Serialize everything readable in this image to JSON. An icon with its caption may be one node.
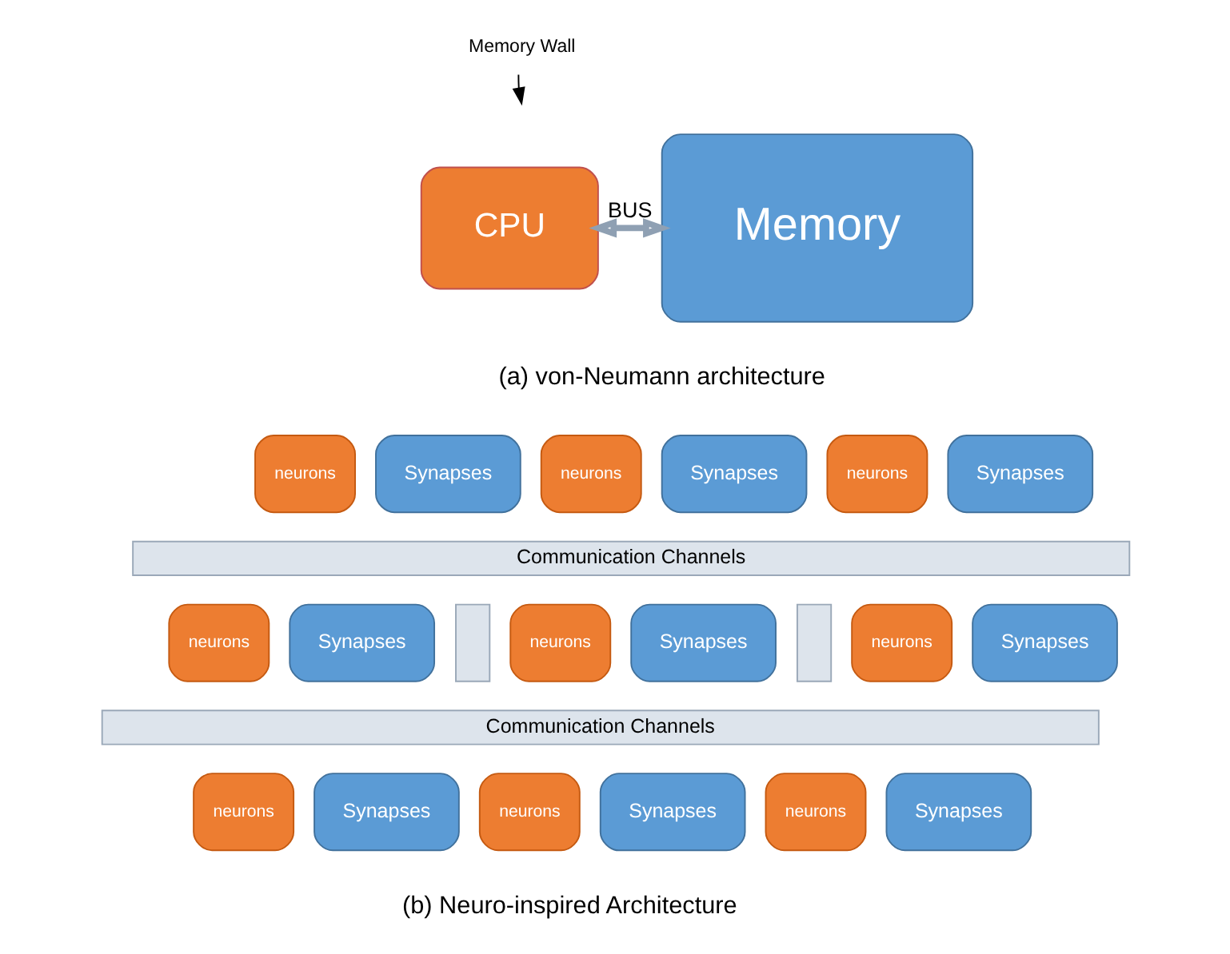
{
  "diagram": {
    "nodes": [
      {
        "text": [
          "CPU"
        ]
      },
      {
        "text": [
          "Memory"
        ]
      },
      {
        "text": [
          "Memory Wall"
        ]
      },
      {
        "text": [
          "neurons"
        ]
      },
      {
        "text": [
          "Synapses"
        ]
      },
      {
        "text": [
          "neurons"
        ]
      },
      {
        "text": [
          "Synapses"
        ]
      },
      {
        "text": [
          "neurons"
        ]
      },
      {
        "text": [
          "Synapses"
        ]
      },
      {
        "text": [
          "Communication Channels"
        ]
      },
      {
        "text": [
          "neurons"
        ]
      },
      {
        "text": [
          "Synapses"
        ]
      },
      {
        "text": [
          "neurons"
        ]
      },
      {
        "text": [
          "Synapses"
        ]
      },
      {
        "text": [
          "neurons"
        ]
      },
      {
        "text": [
          "Synapses"
        ]
      },
      {
        "text": [
          "Communication Channels"
        ]
      },
      {
        "text": [
          "neurons"
        ]
      },
      {
        "text": [
          "Synapses"
        ]
      },
      {
        "text": [
          "neurons"
        ]
      },
      {
        "text": [
          "Synapses"
        ]
      },
      {
        "text": [
          "neurons"
        ]
      },
      {
        "text": [
          "Synapses"
        ]
      },
      {
        "text": [],
        "shape": "arrow"
      },
      {
        "text": [],
        "shape": "arrow"
      }
    ],
    "edges": [
      {
        "from": 0,
        "to": 1,
        "arrow": "both",
        "label": "BUS",
        "style": "thick",
        "color": "#8fa0b3"
      },
      {
        "from": 2,
        "to": null,
        "arrow": "to",
        "color": "#000000"
      }
    ],
    "labels": [
      "(a) von-Neumann architecture",
      "(b) Neuro-inspired Architecture"
    ]
  }
}
